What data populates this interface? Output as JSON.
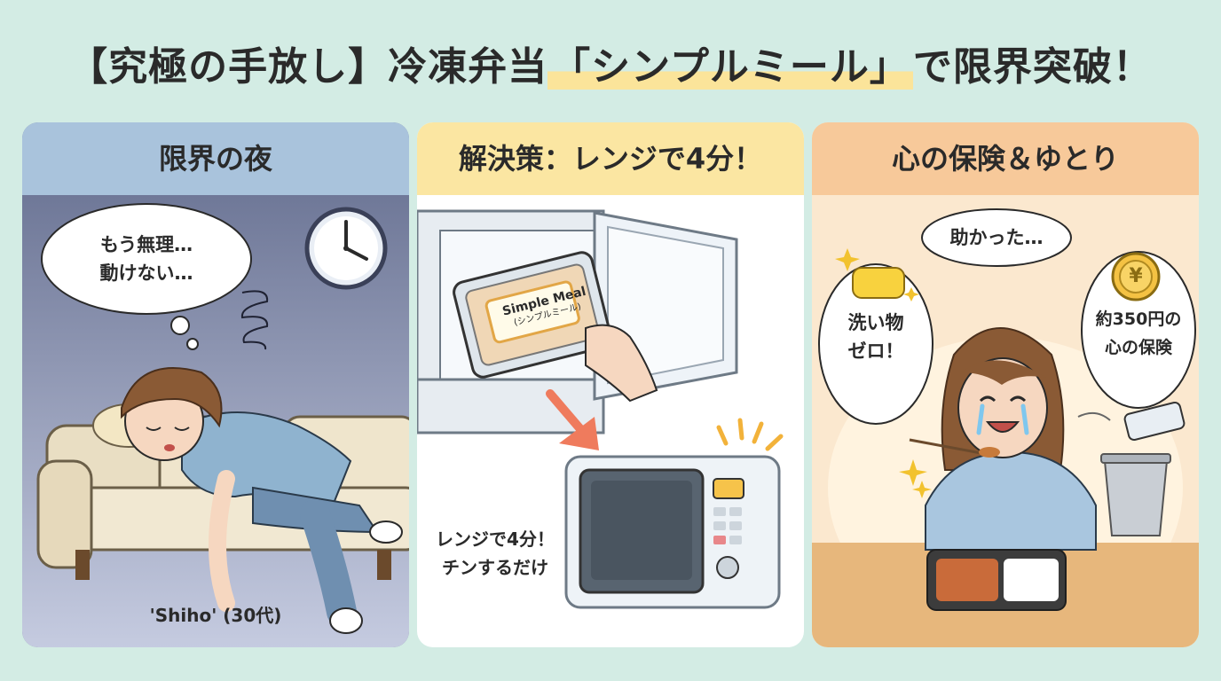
{
  "title": {
    "prefix": "【究極の手放し】冷凍弁当",
    "highlight": "「シンプルミール」",
    "suffix": "で限界突破！"
  },
  "panels": [
    {
      "heading": "限界の夜",
      "bubble_line1": "もう無理…",
      "bubble_line2": "動けない…",
      "caption": "'Shiho' (30代)",
      "colors": {
        "head": "#a9c3dc",
        "body": "#7d86a5"
      }
    },
    {
      "heading": "解決策：レンジで4分！",
      "package_label": "Simple Meal",
      "package_sub": "(シンプルミール)",
      "caption_line1": "レンジで4分！",
      "caption_line2": "チンするだけ",
      "colors": {
        "head": "#fbe6a2",
        "body": "#ffffff"
      }
    },
    {
      "heading": "心の保険＆ゆとり",
      "bubble_center": "助かった…",
      "bubble_left_line1": "洗い物",
      "bubble_left_line2": "ゼロ！",
      "bubble_right_line1": "約350円の",
      "bubble_right_line2": "心の保険",
      "coin_symbol": "¥",
      "colors": {
        "head": "#f7c99a",
        "body": "#fbe8cf"
      }
    }
  ]
}
